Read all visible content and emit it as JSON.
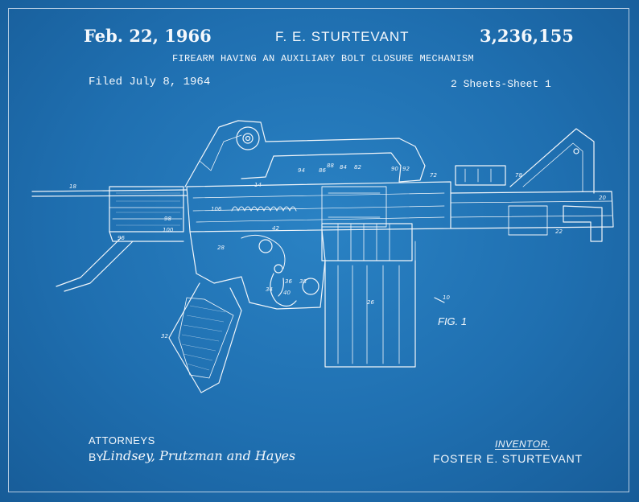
{
  "header": {
    "date": "Feb. 22, 1966",
    "inventor": "F. E. STURTEVANT",
    "patent_number": "3,236,155",
    "title": "FIREARM HAVING AN AUXILIARY BOLT CLOSURE MECHANISM",
    "filed": "Filed July 8, 1964",
    "sheets": "2 Sheets-Sheet 1"
  },
  "figure": {
    "label": "FIG. 1",
    "ref_numerals": [
      "18",
      "10",
      "98",
      "100",
      "96",
      "106",
      "14",
      "82",
      "84",
      "86",
      "88",
      "90",
      "92",
      "94",
      "72",
      "78",
      "20",
      "22",
      "26",
      "32",
      "34",
      "36",
      "38",
      "40",
      "42",
      "28"
    ]
  },
  "footer": {
    "attorneys_label": "ATTORNEYS",
    "by": "BY",
    "attorney_names": "Lindsey, Prutzman and Hayes",
    "inventor_label": "INVENTOR.",
    "inventor_name": "FOSTER  E. STURTEVANT"
  },
  "colors": {
    "background": "#1f6fb0",
    "ink": "#f2f6fa"
  }
}
